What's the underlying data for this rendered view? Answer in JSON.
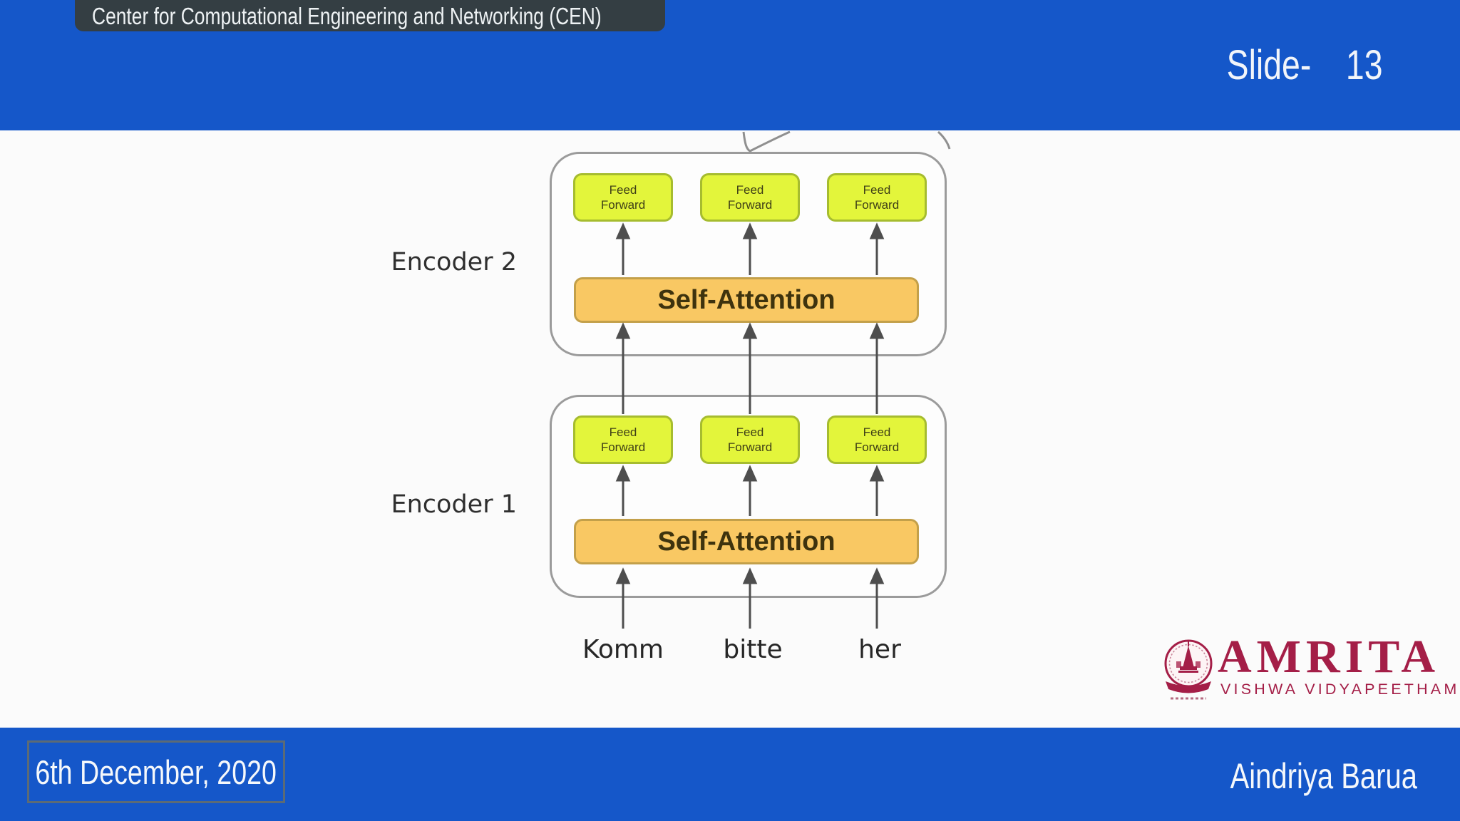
{
  "header": {
    "badge_label": "Center for Computational Engineering and Networking (CEN)",
    "slide_label": "Slide-",
    "slide_number": "13"
  },
  "diagram": {
    "encoder2": {
      "label": "Encoder 2"
    },
    "encoder1": {
      "label": "Encoder 1"
    },
    "ff_line1": "Feed",
    "ff_line2": "Forward",
    "self_attention": "Self-Attention",
    "words": [
      "Komm",
      "bitte",
      "her"
    ]
  },
  "logo": {
    "title": "AMRITA",
    "subtitle": "VISHWA VIDYAPEETHAM"
  },
  "footer": {
    "date": "6th December, 2020",
    "author": "Aindriya Barua"
  },
  "colors": {
    "band_blue": "#1557c9",
    "badge_dark": "#343e43",
    "ff_fill": "#e3f53b",
    "ff_border": "#a6bc2f",
    "self_attention_fill": "#f9c863",
    "self_attention_border": "#c3a04a",
    "encoder_border": "#9b9b9b",
    "arrow_gray": "#4e4e4e",
    "logo_crimson": "#a41e47"
  }
}
